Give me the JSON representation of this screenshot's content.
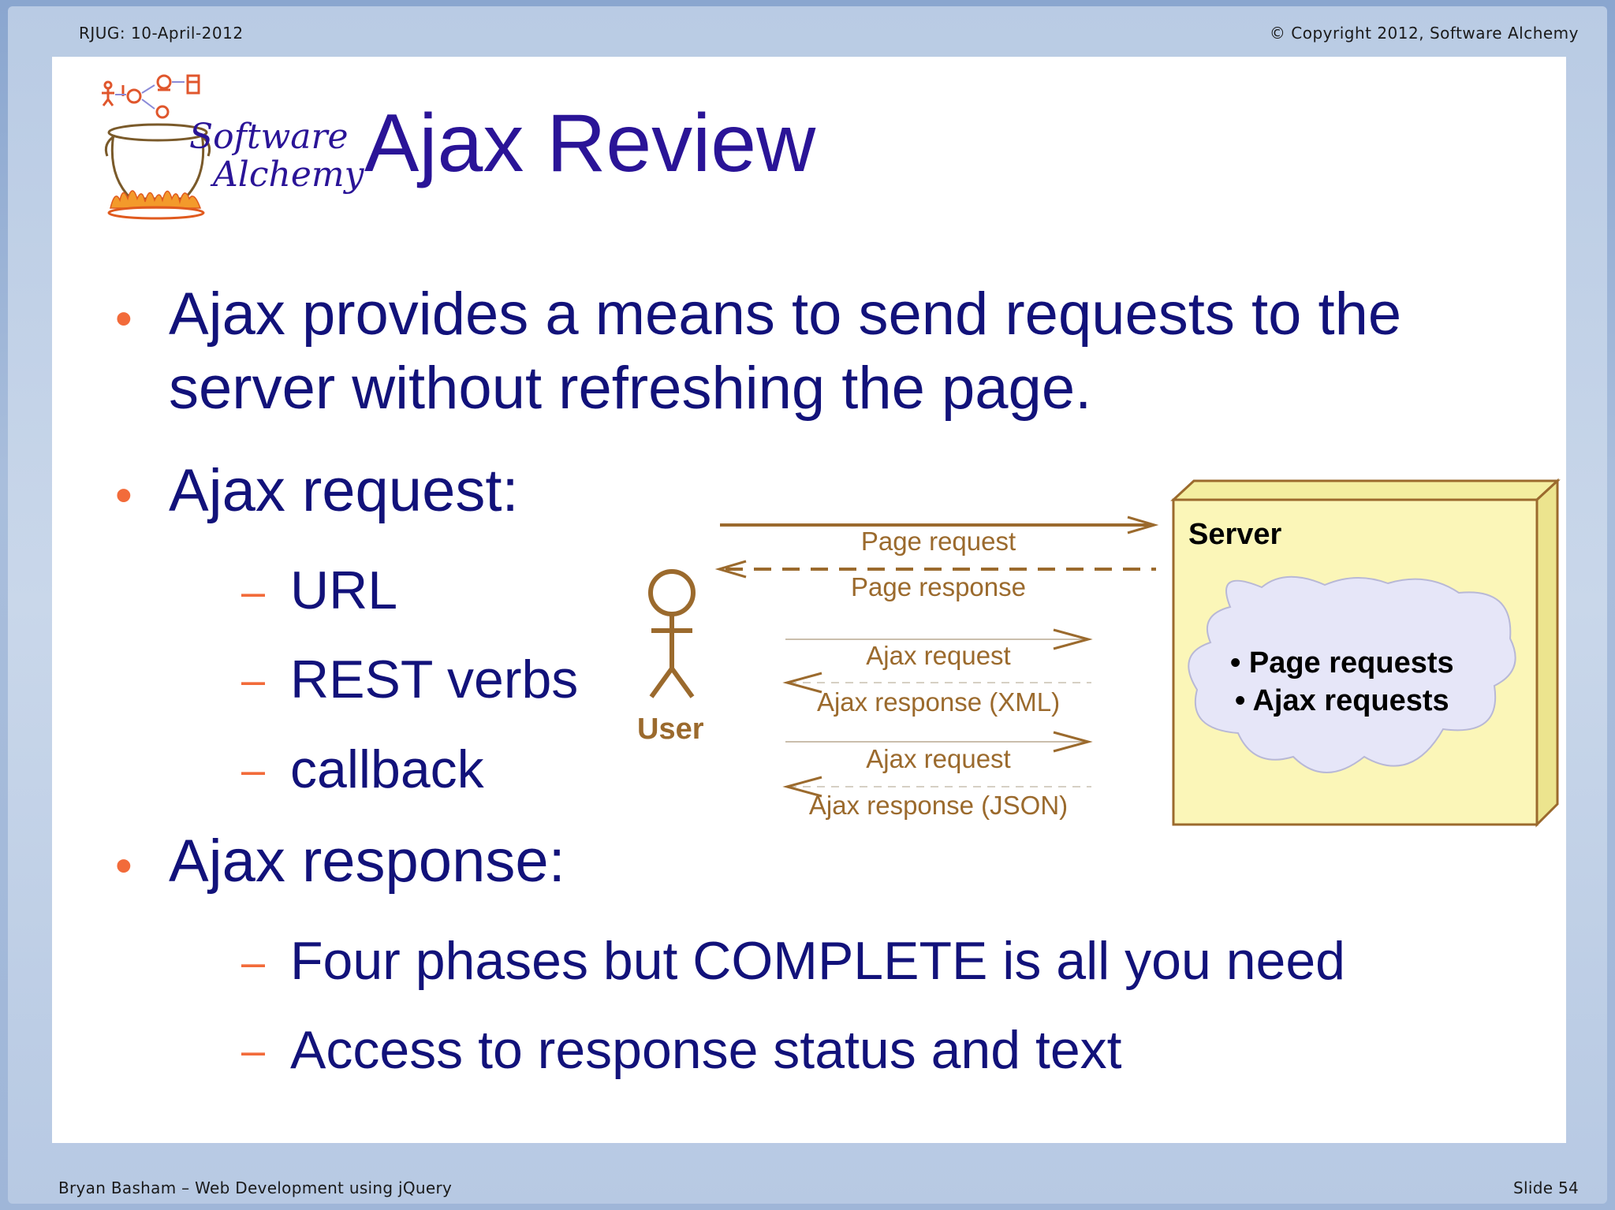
{
  "header": {
    "left": "RJUG:  10-April-2012",
    "right": "© Copyright 2012, Software Alchemy"
  },
  "footer": {
    "left": "Bryan Basham – Web Development using jQuery",
    "right": "Slide 54"
  },
  "logo": {
    "line1": "Software",
    "line2": "Alchemy"
  },
  "title": "Ajax Review",
  "bullets": [
    {
      "line1": "Ajax provides a means to send requests to the",
      "line2": "server without refreshing the page."
    },
    {
      "text": "Ajax request:",
      "subitems": [
        "URL",
        "REST verbs",
        "callback"
      ]
    },
    {
      "text": "Ajax response:",
      "subitems": [
        "Four phases but COMPLETE is all you need",
        "Access to response status and text"
      ]
    }
  ],
  "diagram": {
    "user_label": "User",
    "server_label": "Server",
    "messages": [
      "Page request",
      "Page response",
      "Ajax request",
      "Ajax response (XML)",
      "Ajax request",
      "Ajax response (JSON)"
    ],
    "cloud_items": [
      "• Page requests",
      "• Ajax requests"
    ]
  },
  "colors": {
    "title": "#2a1497",
    "body_text": "#12127a",
    "bullet_marker": "#f26b3a",
    "diagram_brown": "#9b6a2d",
    "server_fill": "#fbf6b8",
    "cloud_fill": "#e6e6f8"
  }
}
